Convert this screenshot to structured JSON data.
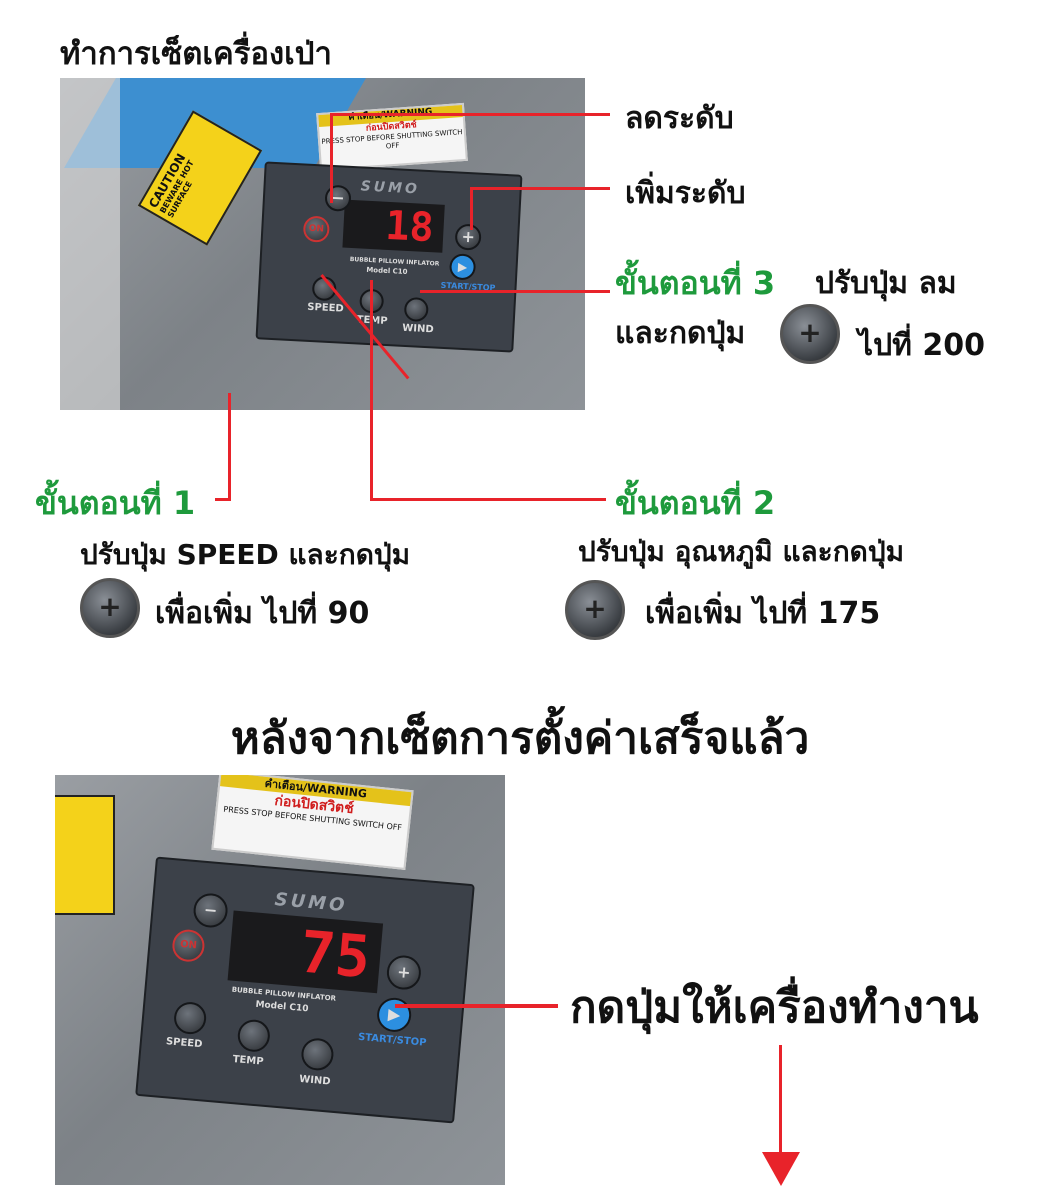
{
  "title": "ทำการเซ็ตเครื่องเป่า",
  "device": {
    "brand": "SUMO",
    "model_line1": "BUBBLE PILLOW INFLATOR",
    "model_line2": "Model C10",
    "display_before": "18",
    "display_after": "75",
    "btn_minus": "−",
    "btn_plus": "+",
    "btn_play": "▶",
    "on_label": "ON",
    "start_stop": "START/STOP",
    "speed": "SPEED",
    "temp": "TEMP",
    "wind": "WIND",
    "warning_header": "คำเตือน/WARNING",
    "warning_th": "ก่อนปิดสวิตช์",
    "warning_en": "PRESS STOP BEFORE SHUTTING SWITCH OFF",
    "caution": "CAUTION",
    "caution_sub": "BEWARE HOT SURFACE"
  },
  "callouts": {
    "decrease": "ลดระดับ",
    "increase": "เพิ่มระดับ",
    "step3_title": "ขั้นตอนที่ 3",
    "step3_text1": "ปรับปุ่ม ลม",
    "step3_text2": "และกดปุ่ม",
    "step3_text3": "ไปที่ 200",
    "step1_title": "ขั้นตอนที่ 1",
    "step1_text1": "ปรับปุ่ม SPEED และกดปุ่ม",
    "step1_text2": "เพื่อเพิ่ม ไปที่ 90",
    "step2_title": "ขั้นตอนที่ 2",
    "step2_text1": "ปรับปุ่ม อุณหภูมิ และกดปุ่ม",
    "step2_text2": "เพื่อเพิ่ม ไปที่ 175",
    "plus_glyph": "+"
  },
  "after": {
    "heading": "หลังจากเซ็ตการตั้งค่าเสร็จแล้ว",
    "press_start": "กดปุ่มให้เครื่องทำงาน"
  }
}
